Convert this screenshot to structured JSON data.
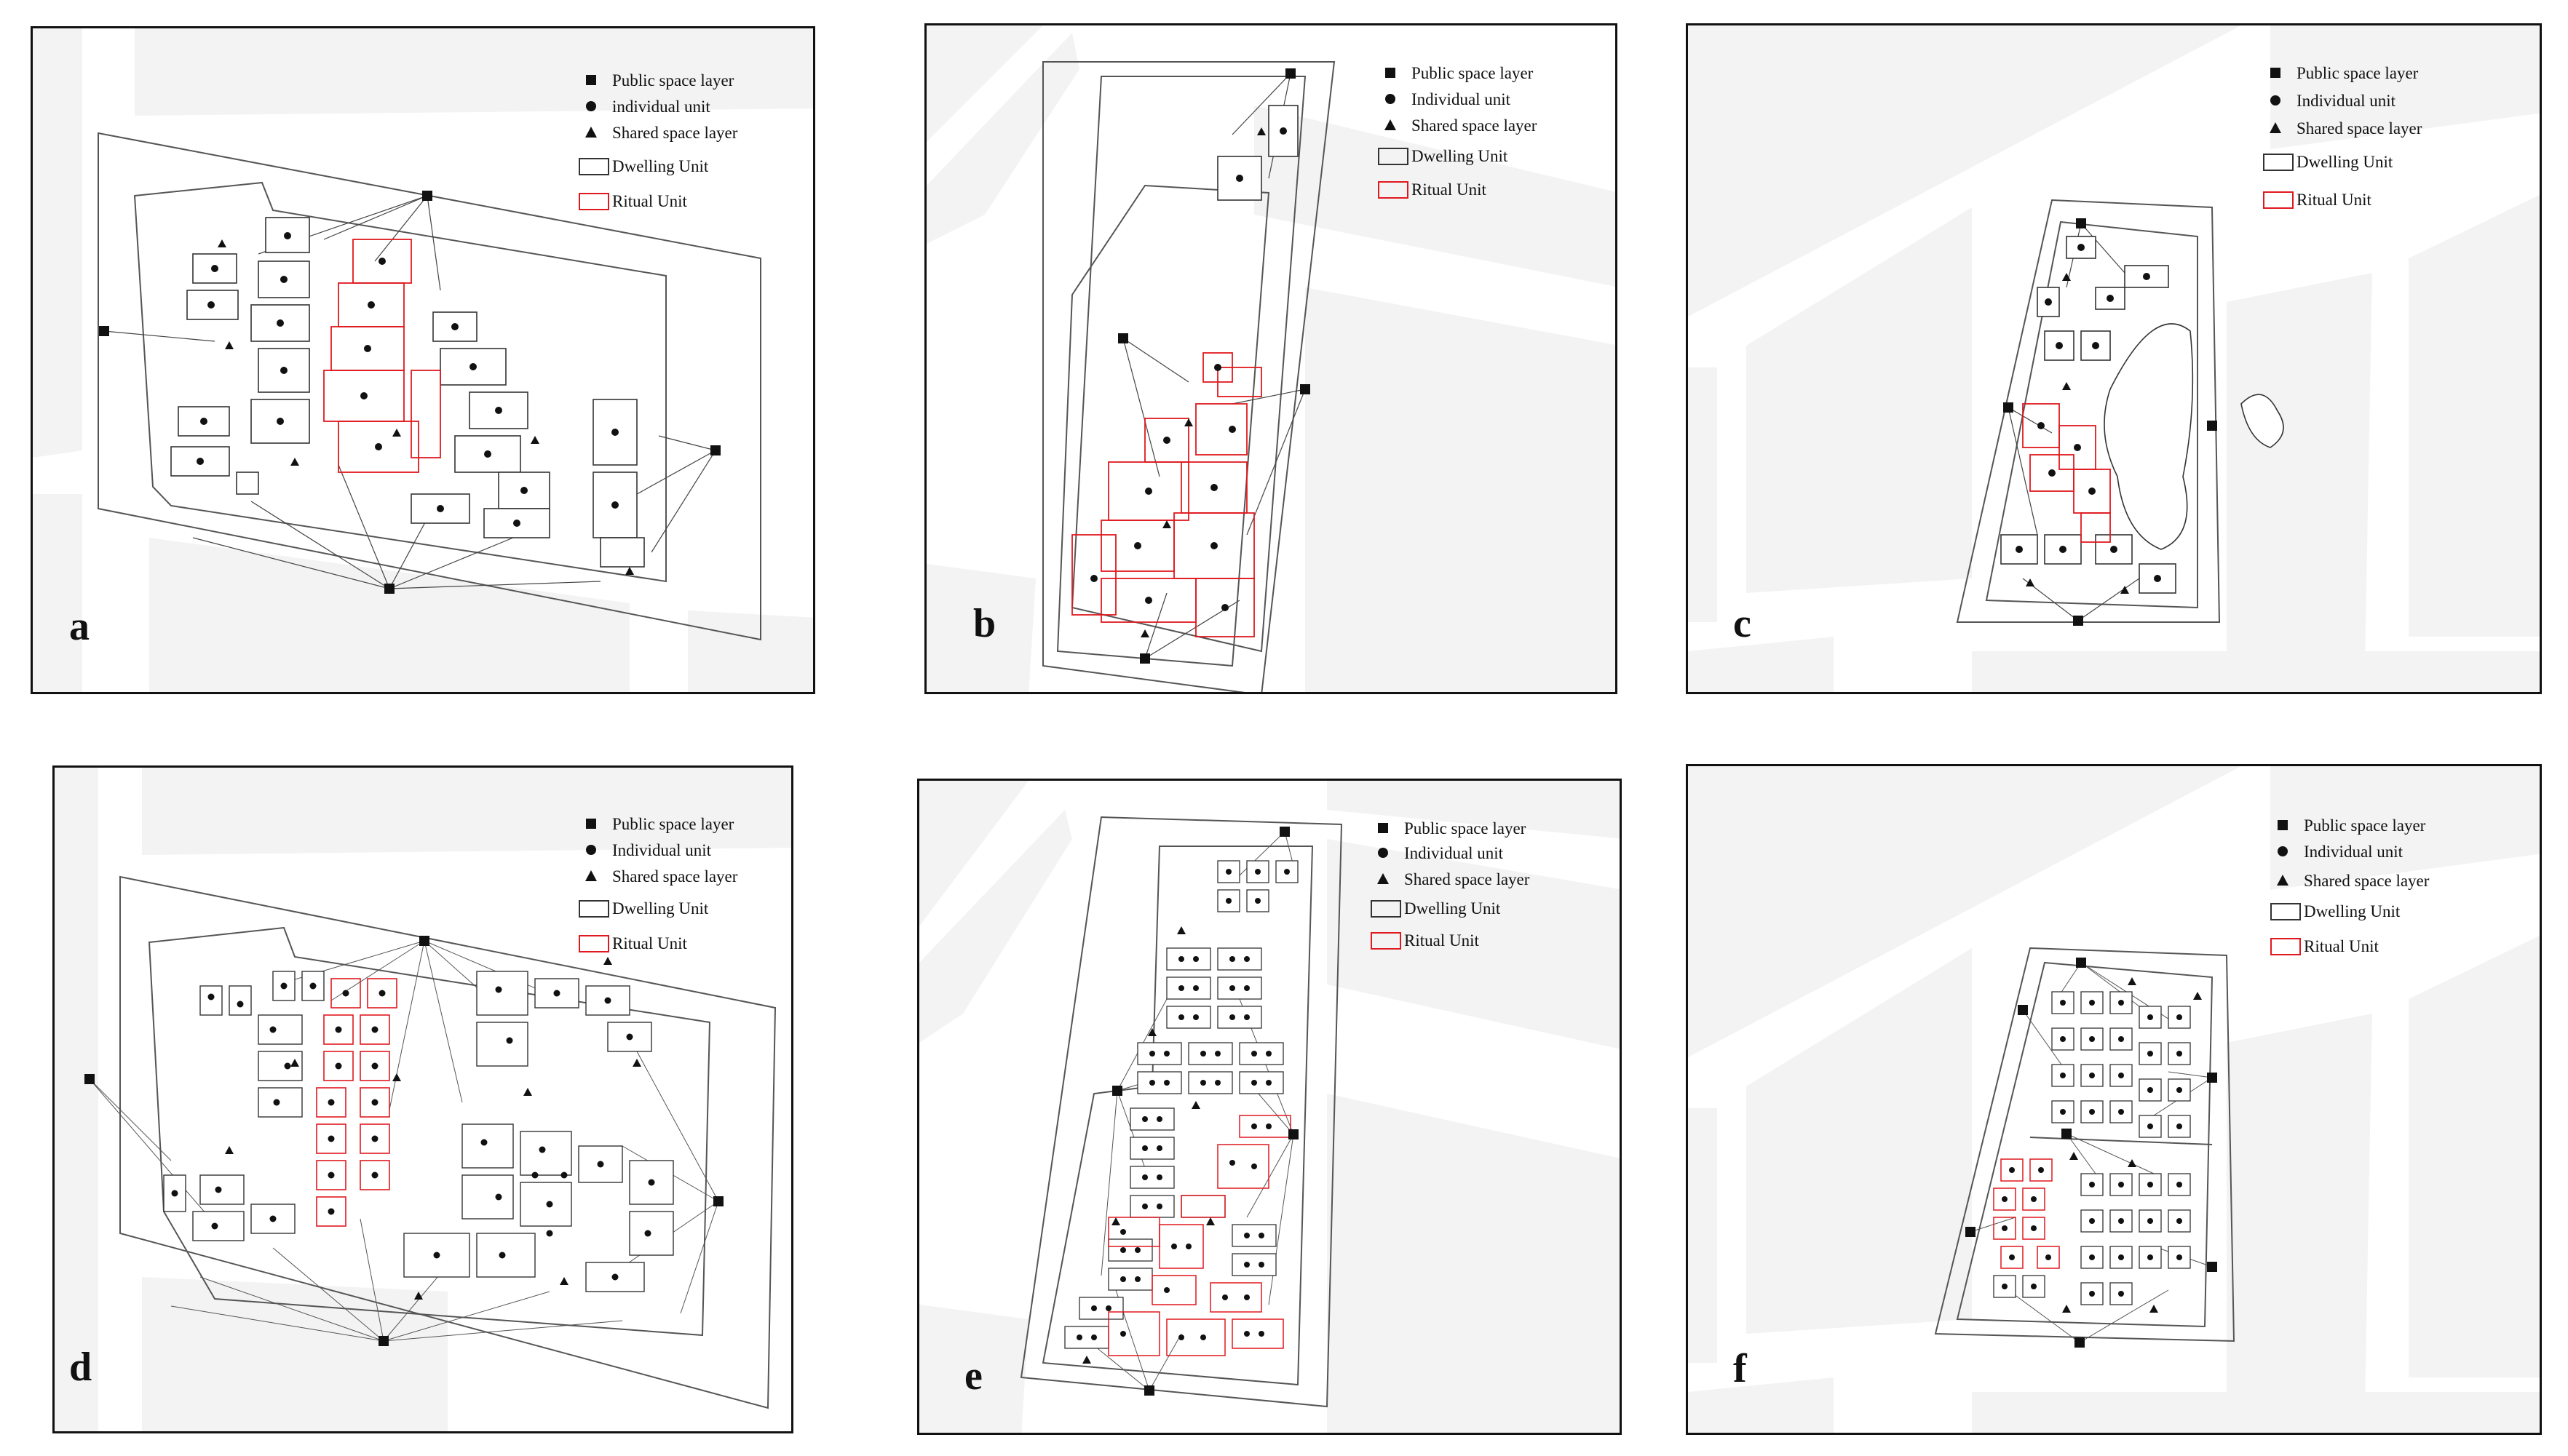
{
  "panels": [
    {
      "letter": "a",
      "legend": {
        "public": "Public space layer",
        "individual": "individual unit",
        "shared": "Shared space layer",
        "dwelling": "Dwelling Unit",
        "ritual": "Ritual Unit"
      }
    },
    {
      "letter": "b",
      "legend": {
        "public": "Public space layer",
        "individual": "Individual unit",
        "shared": "Shared space layer",
        "dwelling": "Dwelling Unit",
        "ritual": "Ritual Unit"
      }
    },
    {
      "letter": "c",
      "legend": {
        "public": "Public space layer",
        "individual": "Individual unit",
        "shared": "Shared space layer",
        "dwelling": "Dwelling Unit",
        "ritual": "Ritual Unit"
      }
    },
    {
      "letter": "d",
      "legend": {
        "public": "Public space layer",
        "individual": "Individual unit",
        "shared": "Shared space layer",
        "dwelling": "Dwelling Unit",
        "ritual": "Ritual Unit"
      }
    },
    {
      "letter": "e",
      "legend": {
        "public": "Public space layer",
        "individual": "Individual unit",
        "shared": "Shared space layer",
        "dwelling": "Dwelling Unit",
        "ritual": "Ritual Unit"
      }
    },
    {
      "letter": "f",
      "legend": {
        "public": "Public space layer",
        "individual": "Individual unit",
        "shared": "Shared space layer",
        "dwelling": "Dwelling Unit",
        "ritual": "Ritual Unit"
      }
    }
  ],
  "colors": {
    "ritual": "#e0191f",
    "dwelling": "#333333",
    "block": "#f3f3f3",
    "node": "#111111"
  }
}
